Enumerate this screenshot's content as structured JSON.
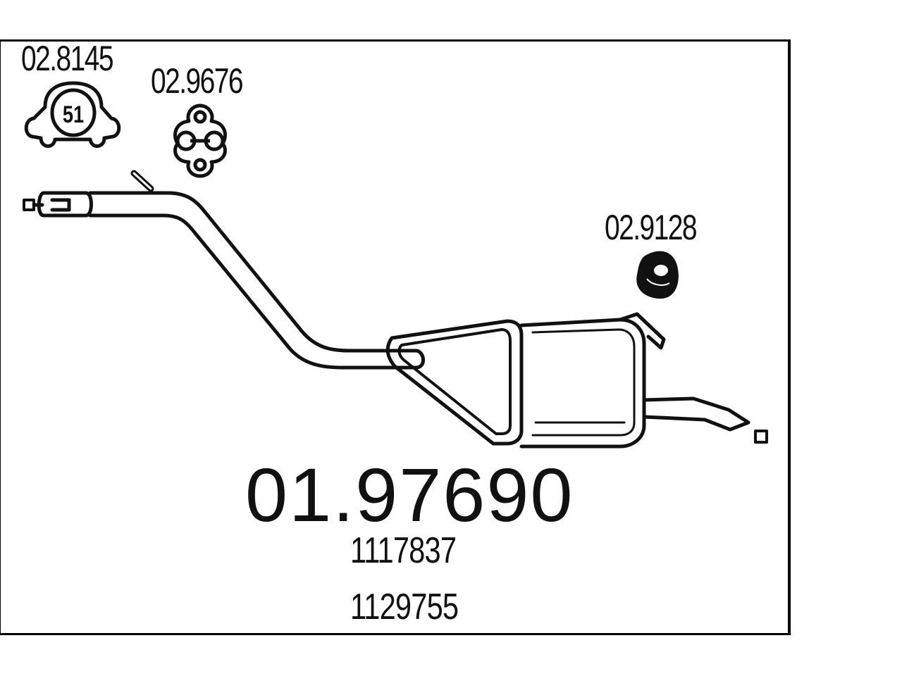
{
  "parts": {
    "main_part_number": "01.97690",
    "oe_numbers": [
      "1117837",
      "1129755"
    ],
    "accessories": {
      "clamp": {
        "part_number": "02.8145",
        "size": "51"
      },
      "gasket": {
        "part_number": "02.9676"
      },
      "rubber_hanger": {
        "part_number": "02.9128"
      }
    }
  },
  "colors": {
    "line": "#111111",
    "background": "#ffffff"
  }
}
